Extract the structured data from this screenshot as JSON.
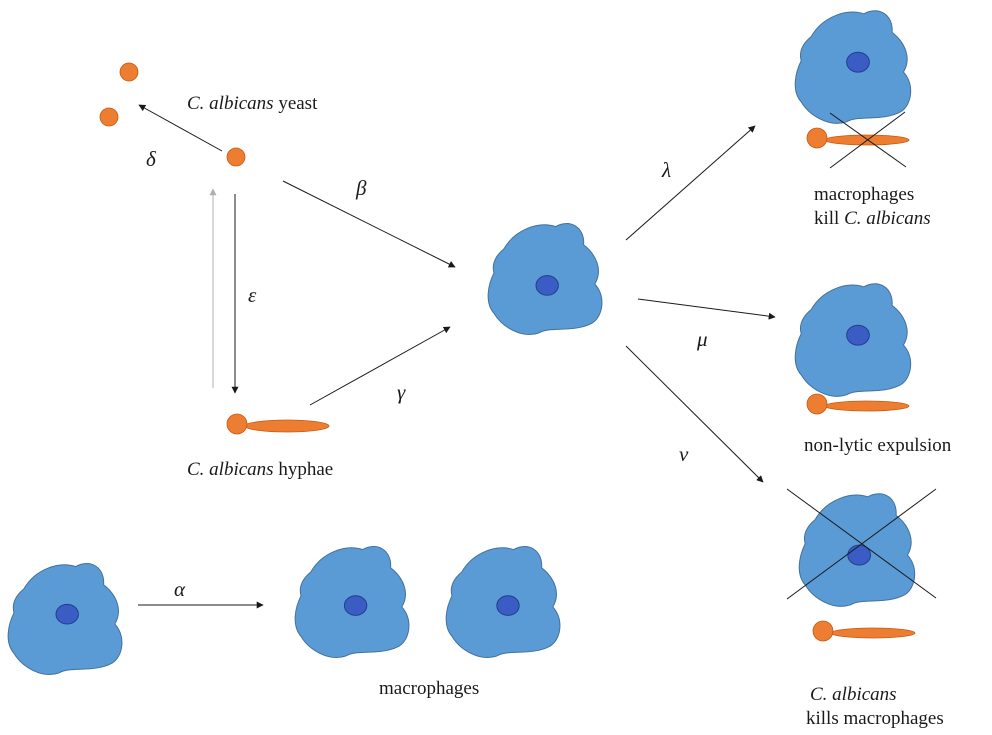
{
  "colors": {
    "macrophage_fill": "#5b9bd5",
    "macrophage_edge": "#41719c",
    "nucleus_fill": "#3b5cc4",
    "nucleus_edge": "#1f3f8a",
    "candida_fill": "#ed7d31",
    "candida_edge": "#c55a11",
    "arrow": "#1a1a1a",
    "faint_arrow": "#b0b0b0"
  },
  "icons": {
    "macrophage": "macrophage-cell-icon",
    "yeast": "yeast-cell-icon",
    "hypha": "hypha-icon",
    "cross": "cross-out-icon"
  },
  "rates": {
    "alpha": "α",
    "beta": "β",
    "gamma": "γ",
    "delta": "δ",
    "epsilon": "ε",
    "lambda": "λ",
    "mu": "μ",
    "nu": "ν"
  },
  "labels": {
    "yeast_species": "C. albicans",
    "yeast_suffix": " yeast",
    "hyphae_species": "C. albicans",
    "hyphae_suffix": " hyphae",
    "macrophages": "macrophages",
    "kill_line1": "macrophages",
    "kill_prefix": "kill ",
    "kill_species": "C. albicans",
    "expulsion": "non-lytic expulsion",
    "death_species": "C. albicans",
    "death_line2": "kills macrophages"
  }
}
